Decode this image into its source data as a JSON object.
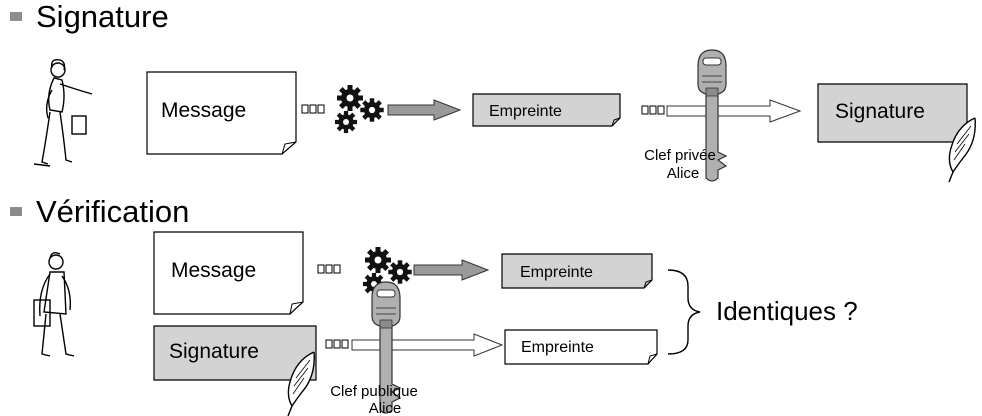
{
  "sections": {
    "signature": {
      "title": "Signature",
      "message_label": "Message",
      "fingerprint_label": "Empreinte",
      "key_label_line1": "Clef privée",
      "key_label_line2": "Alice",
      "result_label": "Signature"
    },
    "verification": {
      "title": "Vérification",
      "message_label": "Message",
      "signature_label": "Signature",
      "fingerprint_top_label": "Empreinte",
      "fingerprint_bottom_label": "Empreinte",
      "key_label_line1": "Clef publique",
      "key_label_line2": "Alice",
      "comparison_label": "Identiques ?"
    }
  },
  "colors": {
    "gray_box": "#d3d3d3",
    "white_box": "#ffffff",
    "bullet": "#8c8c8c",
    "key_metal": "#a8a8a8"
  },
  "icons": [
    "woman-figure-icon",
    "man-figure-icon",
    "gears-icon",
    "key-icon",
    "quill-feather-icon"
  ]
}
